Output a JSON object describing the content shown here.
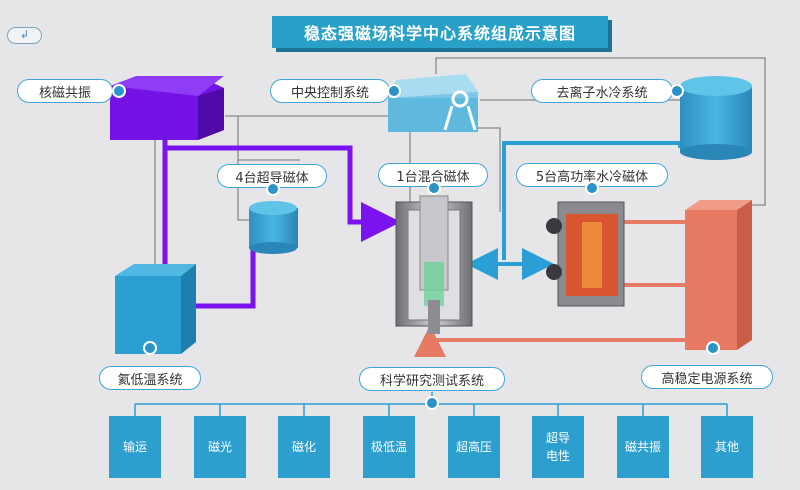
{
  "title": "稳态强磁场科学中心系统组成示意图",
  "back_glyph": "↲",
  "labels": {
    "nmr": "核磁共振",
    "central_control": "中央控制系统",
    "deionized_water": "去离子水冷系统",
    "superconducting": "4台超导磁体",
    "hybrid": "1台混合磁体",
    "resistive": "5台高功率水冷磁体",
    "helium": "氦低温系统",
    "measurement": "科学研究测试系统",
    "power": "高稳定电源系统"
  },
  "applications": [
    {
      "id": "transport",
      "label": "输运"
    },
    {
      "id": "magneto-optics",
      "label": "磁光"
    },
    {
      "id": "magnetization",
      "label": "磁化"
    },
    {
      "id": "ultra-low-temp",
      "label": "极低温"
    },
    {
      "id": "ultra-high-pressure",
      "label": "超高压"
    },
    {
      "id": "superconductivity",
      "label": "超导\n电性"
    },
    {
      "id": "magnetic-resonance",
      "label": "磁共振"
    },
    {
      "id": "others",
      "label": "其他"
    }
  ],
  "colors": {
    "purple": "#7b12f0",
    "blue": "#2a9fd6",
    "salmon": "#e77a63",
    "gray_line": "#8a8a8a"
  }
}
